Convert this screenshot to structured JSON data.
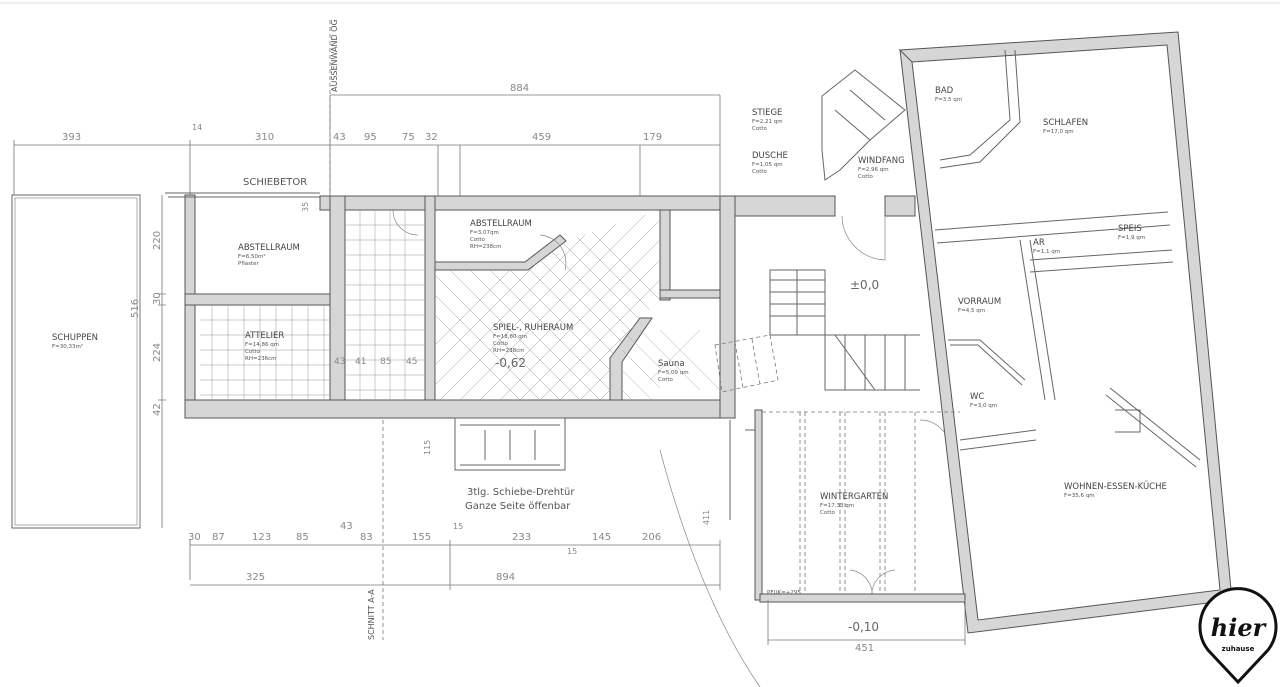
{
  "rooms": [
    {
      "name": "SCHUPPEN",
      "area": "F=30,33m²"
    },
    {
      "name": "ABSTELLRAUM",
      "area": "F=6,50m²",
      "floor": "Pflaster"
    },
    {
      "name": "ATTELIER",
      "area": "F=14,86 qm",
      "floor": "Cotto",
      "height": "RH=236cm"
    },
    {
      "name": "ABSTELLRAUM",
      "area": "F=3,07qm",
      "floor": "Cotto",
      "height": "RH=238cm"
    },
    {
      "name": "SPIEL-, RUHERAUM",
      "area": "F=18,80 qm",
      "floor": "Cotto",
      "height": "RH=238cm"
    },
    {
      "name": "Sauna",
      "area": "F=5,09 qm",
      "floor": "Cotto"
    },
    {
      "name": "STIEGE",
      "area": "F=2,21 qm",
      "floor": "Cotto"
    },
    {
      "name": "DUSCHE",
      "area": "F=1,05 qm",
      "floor": "Cotto"
    },
    {
      "name": "WINDFANG",
      "area": "F=2,96 qm",
      "floor": "Cotto"
    },
    {
      "name": "BAD",
      "area": "F=3,5 qm"
    },
    {
      "name": "SCHLAFEN",
      "area": "F=17,0 qm"
    },
    {
      "name": "AR",
      "area": "F=1,1 qm"
    },
    {
      "name": "SPEIS",
      "area": "F=1,9 qm"
    },
    {
      "name": "VORRAUM",
      "area": "F=4,5 qm"
    },
    {
      "name": "WC",
      "area": "F=3,0 qm"
    },
    {
      "name": "WOHNEN-ESSEN-KÜCHE",
      "area": "F=35,6 qm"
    },
    {
      "name": "WINTERGARTEN",
      "area": "F=17,33 qm",
      "floor": "Cotto"
    }
  ],
  "levels": {
    "entry": "±0,0",
    "play": "-0,62",
    "garden": "-0,10"
  },
  "labels": {
    "gate": "SCHIEBETOR",
    "outer_wall": "AUSSENWAND OG",
    "section": "SCHNITT A-A",
    "door_note_1": "3tlg. Schiebe-Drehtür",
    "door_note_2": "Ganze Seite öffenbar",
    "pfuk": "PFUK=+295"
  },
  "dims": {
    "overall_top": "884",
    "top": [
      "393",
      "14",
      "310",
      "43",
      "95",
      "75",
      "32",
      "459",
      "179"
    ],
    "bottom": [
      "30",
      "87",
      "123",
      "85",
      "43",
      "83",
      "155",
      "15",
      "233",
      "15",
      "145",
      "206"
    ],
    "bottom_total": [
      "325",
      "894"
    ],
    "garden_width": "451",
    "left_total": "516",
    "left": [
      "220",
      "30",
      "224",
      "42"
    ],
    "gate_offset": "35",
    "inner": [
      "43",
      "41",
      "85",
      "45"
    ],
    "door_depth": "115",
    "garden_depth": "411"
  },
  "logo": {
    "word": "hier",
    "sub": "zuhause"
  }
}
